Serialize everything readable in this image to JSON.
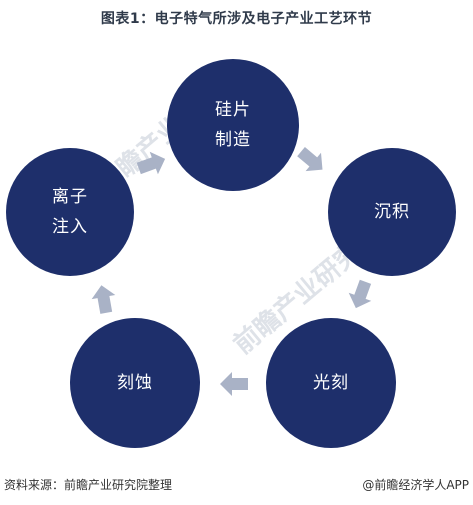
{
  "title": "图表1：电子特气所涉及电子产业工艺环节",
  "watermark": "前瞻产业研究院",
  "nodes": [
    {
      "line1": "硅片",
      "line2": "制造"
    },
    {
      "line1": "沉积",
      "line2": ""
    },
    {
      "line1": "光刻",
      "line2": ""
    },
    {
      "line1": "刻蚀",
      "line2": ""
    },
    {
      "line1": "离子",
      "line2": "注入"
    }
  ],
  "colors": {
    "node_fill": "#1e2f6b",
    "arrow_fill": "#a9b2c6",
    "title_text": "#2f3a4a"
  },
  "footer": {
    "source": "资料来源：前瞻产业研究院整理",
    "credit": "@前瞻经济学人APP"
  }
}
